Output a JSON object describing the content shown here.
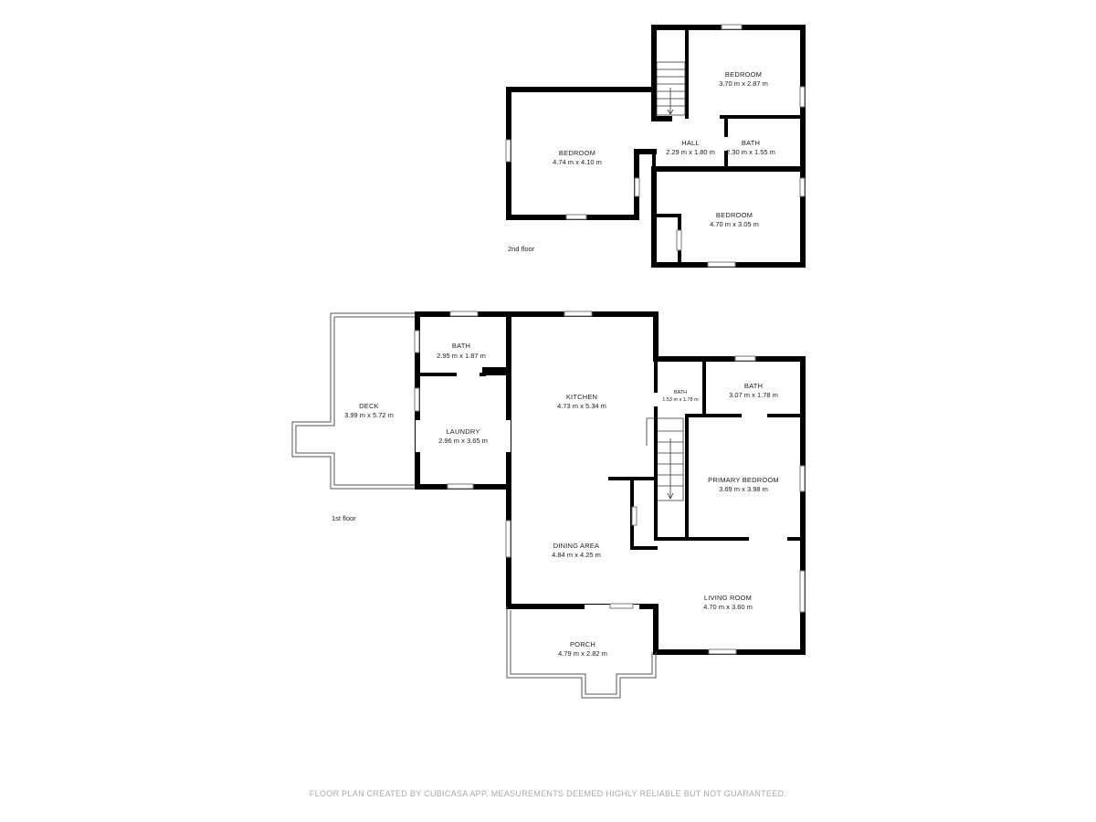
{
  "floors": [
    {
      "label": "2nd floor"
    },
    {
      "label": "1st floor"
    }
  ],
  "rooms": {
    "bedroom_a": {
      "name": "BEDROOM",
      "dims": "3.70 m x 2.87 m"
    },
    "bedroom_b": {
      "name": "BEDROOM",
      "dims": "4.74 m x 4.10 m"
    },
    "hall": {
      "name": "HALL",
      "dims": "2.29 m x 1.80 m"
    },
    "bath_up": {
      "name": "BATH",
      "dims": "2.30 m x 1.55 m"
    },
    "bedroom_c": {
      "name": "BEDROOM",
      "dims": "4.70 m x 3.05 m"
    },
    "bath_laundry": {
      "name": "BATH",
      "dims": "2.95 m x 1.87 m"
    },
    "deck": {
      "name": "DECK",
      "dims": "3.99 m x 5.72 m"
    },
    "laundry": {
      "name": "LAUNDRY",
      "dims": "2.96 m x 3.65 m"
    },
    "kitchen": {
      "name": "KITCHEN",
      "dims": "4.73 m x 5.34 m"
    },
    "bath_small": {
      "name": "BATH",
      "dims": "1.53 m x 1.78 m"
    },
    "bath_primary": {
      "name": "BATH",
      "dims": "3.07 m x 1.78 m"
    },
    "primary_bedroom": {
      "name": "PRIMARY BEDROOM",
      "dims": "3.69 m x 3.98 m"
    },
    "dining": {
      "name": "DINING AREA",
      "dims": "4.84 m x 4.25 m"
    },
    "living": {
      "name": "LIVING ROOM",
      "dims": "4.70 m x 3.60 m"
    },
    "porch": {
      "name": "PORCH",
      "dims": "4.79 m x 2.82 m"
    }
  },
  "footer": {
    "credit": "FLOOR PLAN CREATED BY CUBICASA APP. MEASUREMENTS DEEMED HIGHLY RELIABLE BUT NOT GUARANTEED."
  }
}
